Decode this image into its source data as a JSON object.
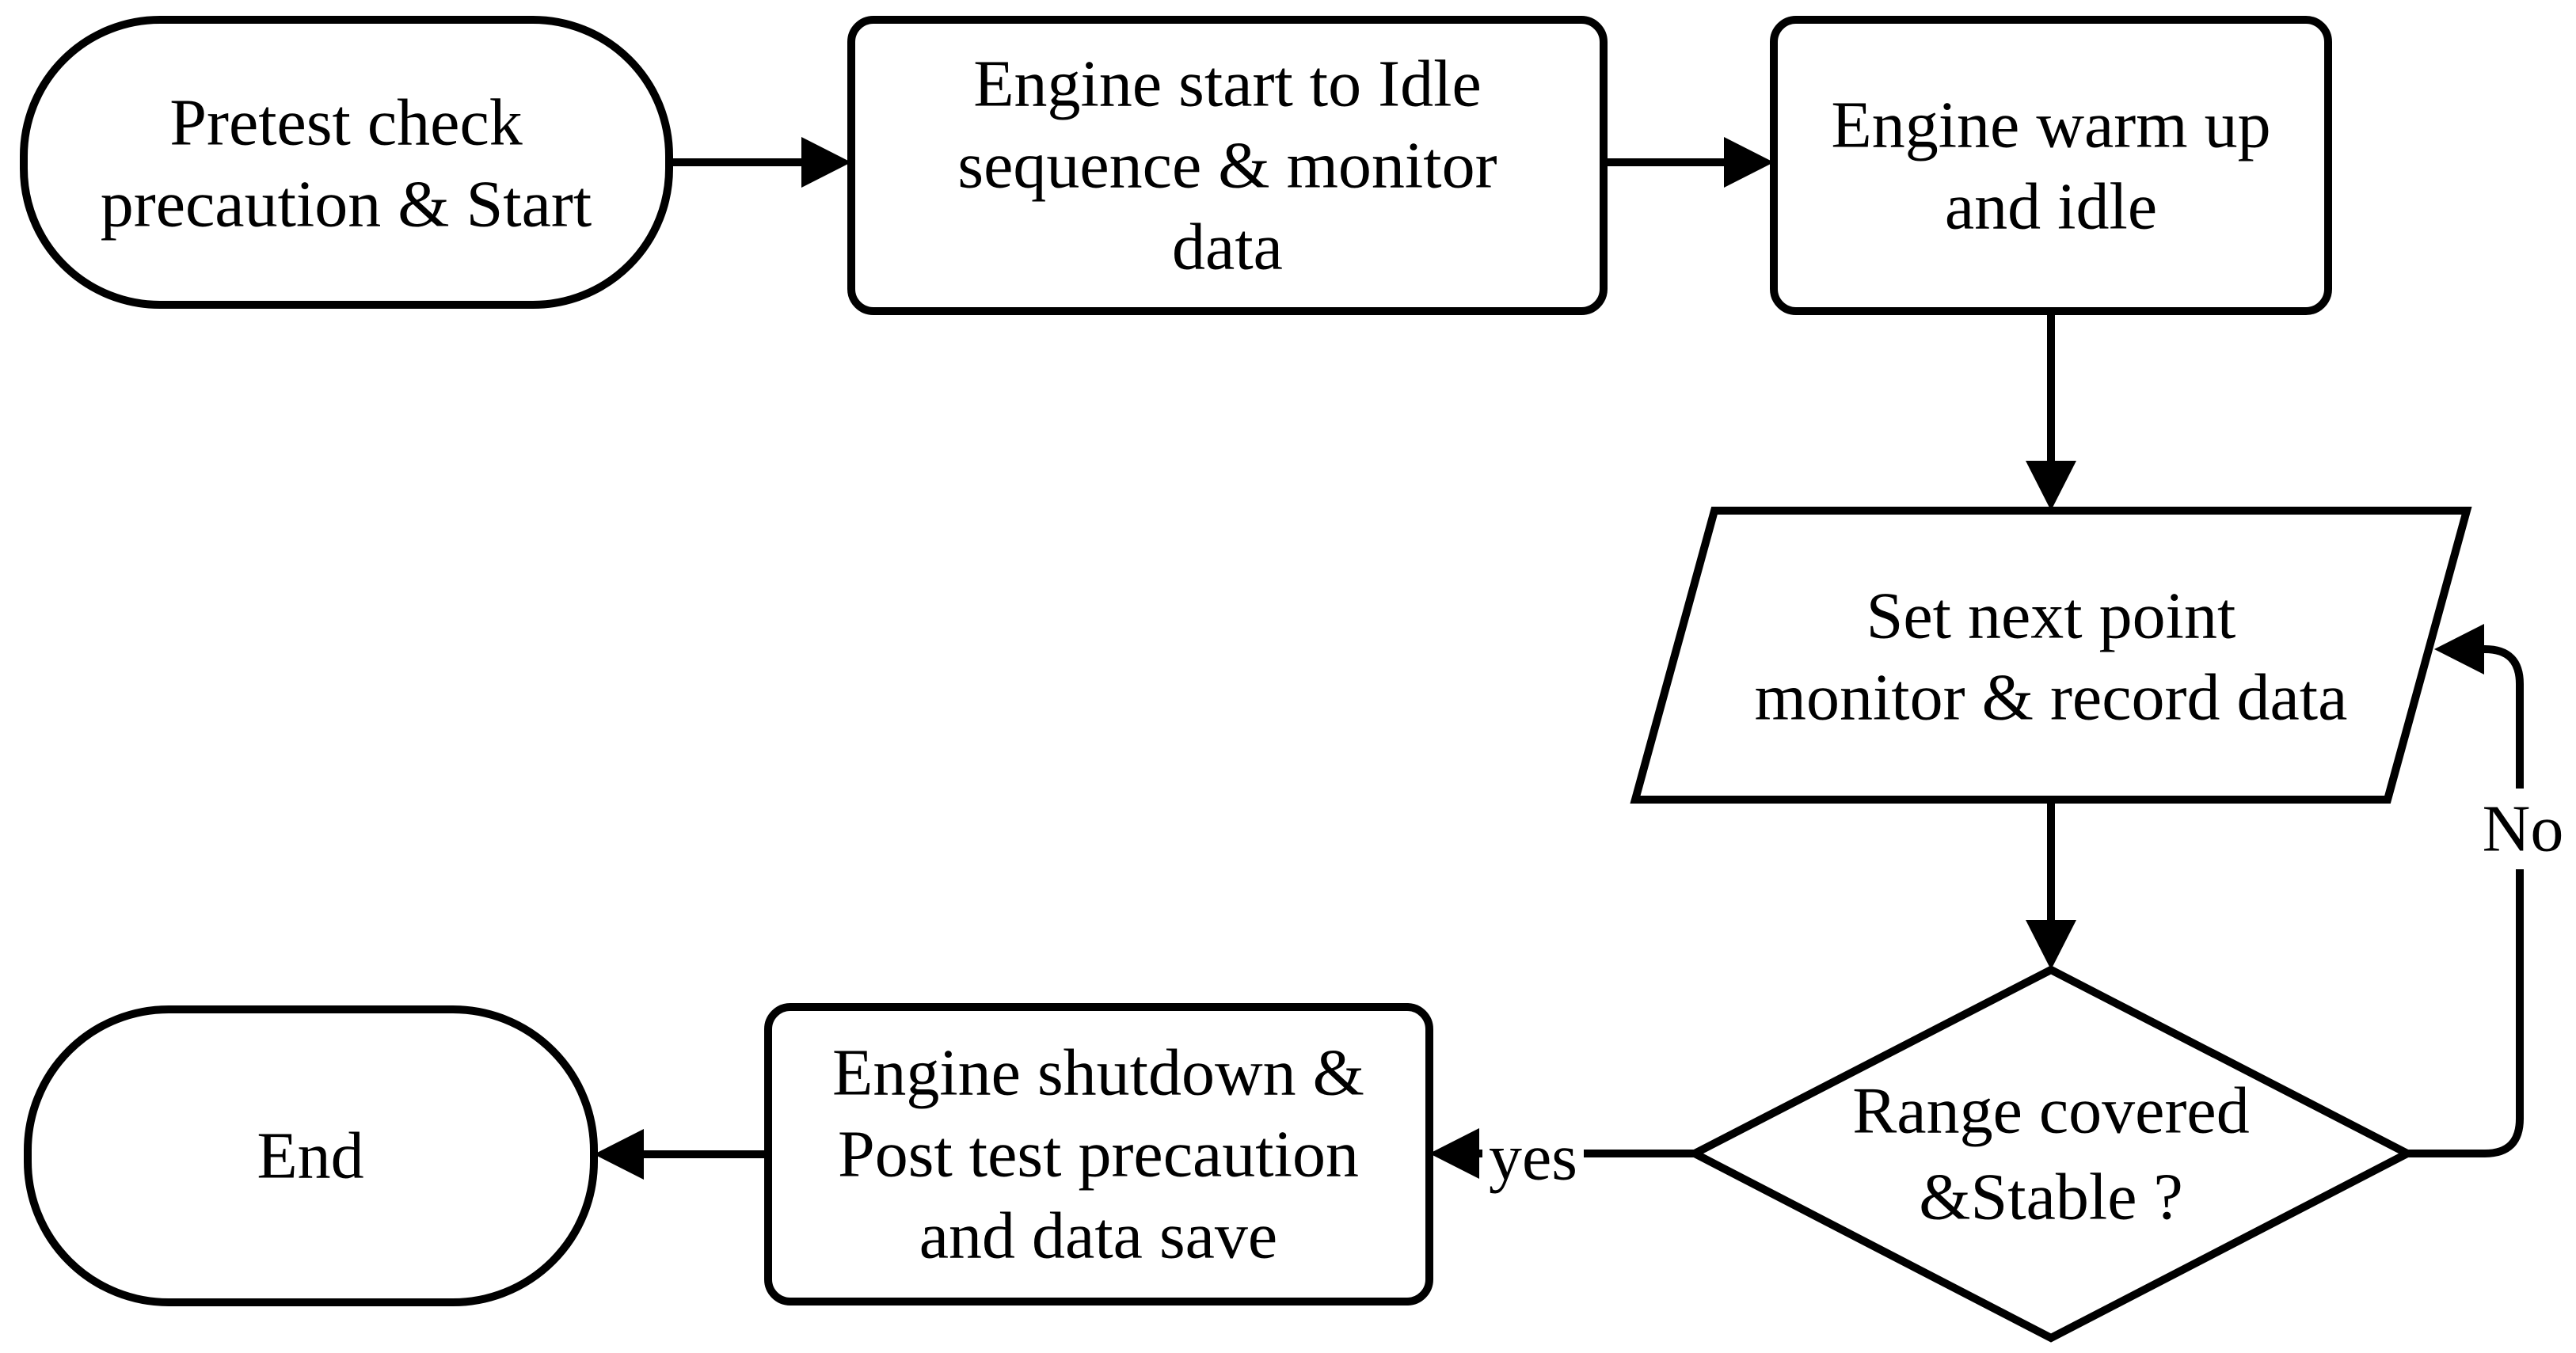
{
  "diagram": {
    "type": "flowchart",
    "background_color": "#ffffff",
    "line_color": "#000000",
    "text_color": "#000000",
    "nodes": [
      {
        "id": "start",
        "type": "terminator",
        "lines": [
          "Pretest check",
          "precaution & Start"
        ]
      },
      {
        "id": "start-sequence",
        "type": "process",
        "lines": [
          "Engine start to Idle",
          "sequence & monitor",
          "data"
        ]
      },
      {
        "id": "warm-up",
        "type": "process",
        "lines": [
          "Engine warm up",
          "and idle"
        ]
      },
      {
        "id": "set-point",
        "type": "input-output",
        "lines": [
          "Set next point",
          "monitor & record data"
        ]
      },
      {
        "id": "range-check",
        "type": "decision",
        "lines": [
          "Range covered",
          "&Stable ?"
        ]
      },
      {
        "id": "shutdown",
        "type": "process",
        "lines": [
          "Engine shutdown &",
          "Post test precaution",
          "and data save"
        ]
      },
      {
        "id": "end",
        "type": "terminator",
        "lines": [
          "End"
        ]
      }
    ],
    "edges": [
      {
        "from": "start",
        "to": "start-sequence",
        "label": ""
      },
      {
        "from": "start-sequence",
        "to": "warm-up",
        "label": ""
      },
      {
        "from": "warm-up",
        "to": "set-point",
        "label": ""
      },
      {
        "from": "set-point",
        "to": "range-check",
        "label": ""
      },
      {
        "from": "range-check",
        "to": "shutdown",
        "label": "yes"
      },
      {
        "from": "range-check",
        "to": "set-point",
        "label": "No"
      },
      {
        "from": "shutdown",
        "to": "end",
        "label": ""
      }
    ]
  }
}
